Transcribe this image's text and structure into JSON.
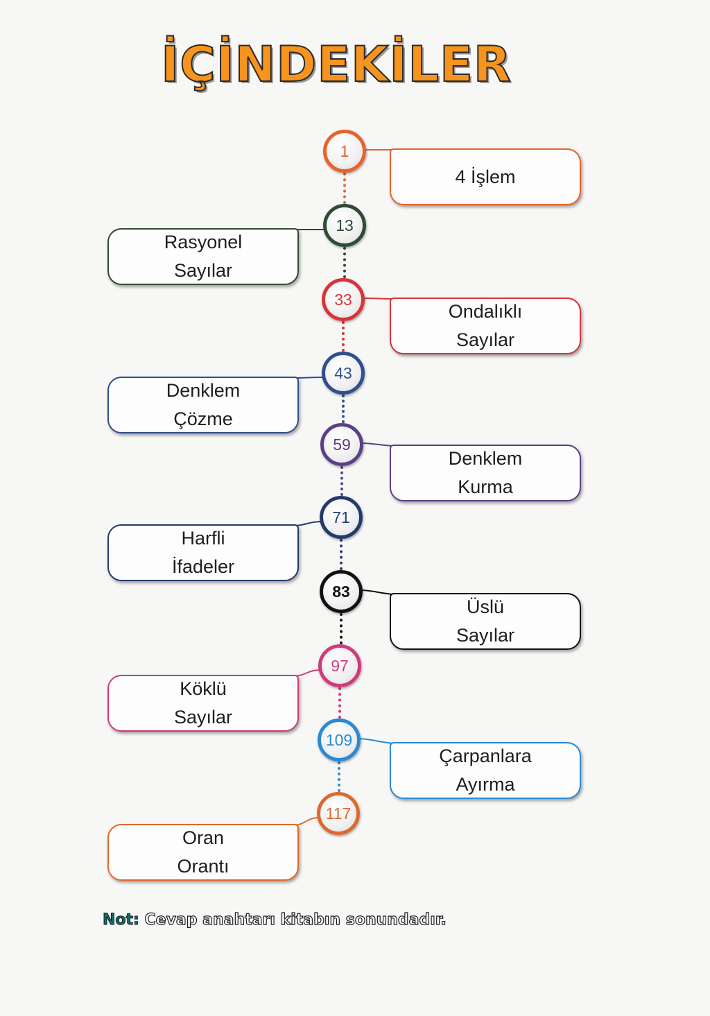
{
  "title": "İÇİNDEKİLER",
  "entries": [
    {
      "page": "1",
      "label": "4 İşlem",
      "color": "#e8622a",
      "side": "right"
    },
    {
      "page": "13",
      "label": "Rasyonel\nSayılar",
      "color": "#2e4b33",
      "side": "left"
    },
    {
      "page": "33",
      "label": "Ondalıklı\nSayılar",
      "color": "#d9333a",
      "side": "right"
    },
    {
      "page": "43",
      "label": "Denklem\nÇözme",
      "color": "#2f4f8f",
      "side": "left"
    },
    {
      "page": "59",
      "label": "Denklem\nKurma",
      "color": "#5b3f88",
      "side": "right"
    },
    {
      "page": "71",
      "label": "Harfli\nİfadeler",
      "color": "#233a6e",
      "side": "left"
    },
    {
      "page": "83",
      "label": "Üslü\nSayılar",
      "color": "#111111",
      "side": "right",
      "bold": true
    },
    {
      "page": "97",
      "label": "Köklü\nSayılar",
      "color": "#d23a7a",
      "side": "left"
    },
    {
      "page": "109",
      "label": "Çarpanlara\nAyırma",
      "color": "#2a8ad4",
      "side": "right"
    },
    {
      "page": "117",
      "label": "Oran\nOrantı",
      "color": "#e0682c",
      "side": "left"
    }
  ],
  "footnote": {
    "label": "Not:",
    "text": " Cevap anahtarı kitabın sonundadır."
  }
}
